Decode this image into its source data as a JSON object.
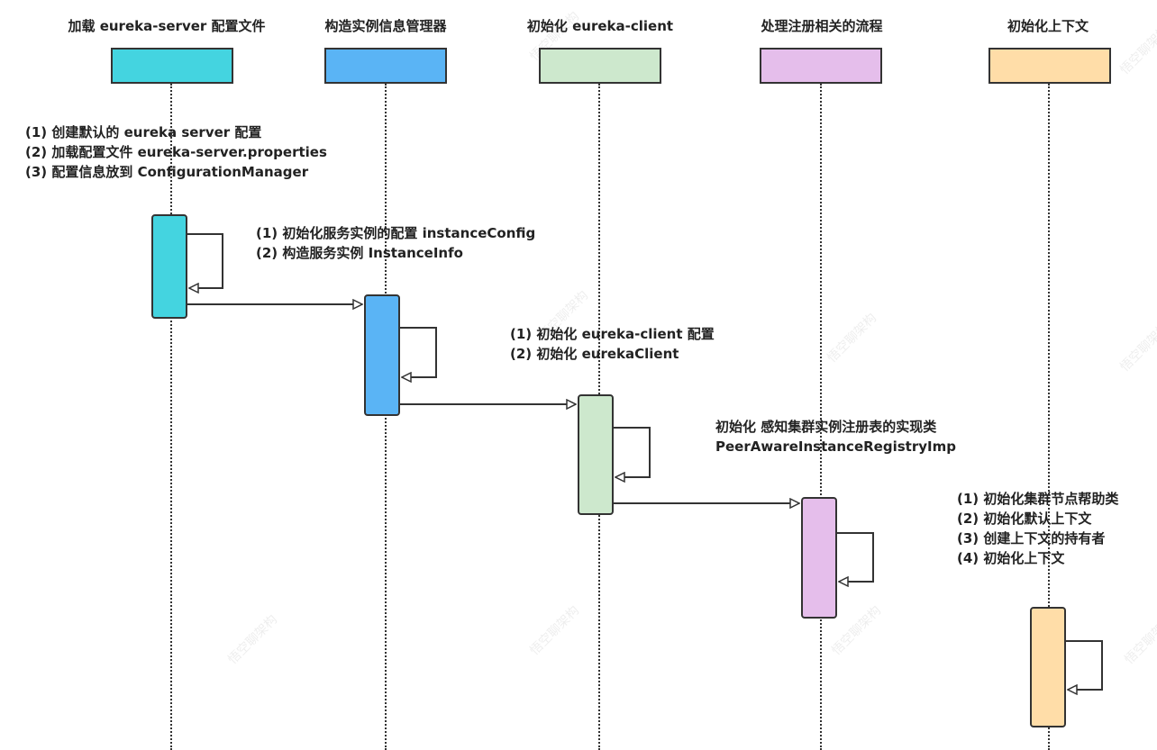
{
  "lanes": [
    {
      "id": "load-config",
      "title": "加载 eureka-server 配置文件",
      "color": "#44D4E0"
    },
    {
      "id": "instance-manager",
      "title": "构造实例信息管理器",
      "color": "#5AB4F5"
    },
    {
      "id": "init-client",
      "title": "初始化 eureka-client",
      "color": "#CDE8CD"
    },
    {
      "id": "registry-flow",
      "title": "处理注册相关的流程",
      "color": "#E5BEEB"
    },
    {
      "id": "init-context",
      "title": "初始化上下文",
      "color": "#FFDDA8"
    }
  ],
  "notes": {
    "load_config": [
      "(1) 创建默认的 eureka server 配置",
      "(2) 加载配置文件 eureka-server.properties",
      "(3) 配置信息放到 ConfigurationManager"
    ],
    "instance_manager": [
      "(1) 初始化服务实例的配置 instanceConfig",
      "(2) 构造服务实例 InstanceInfo"
    ],
    "init_client": [
      "(1) 初始化 eureka-client 配置",
      "(2) 初始化 eurekaClient"
    ],
    "registry": [
      "初始化 感知集群实例注册表的实现类",
      "PeerAwareInstanceRegistryImp"
    ],
    "context": [
      "(1) 初始化集群节点帮助类",
      "(2) 初始化默认上下文",
      "(3) 创建上下文的持有者",
      "(4) 初始化上下文"
    ]
  },
  "watermark": "悟空聊架构",
  "colors": {
    "line": "#333333",
    "background": "#ffffff"
  }
}
